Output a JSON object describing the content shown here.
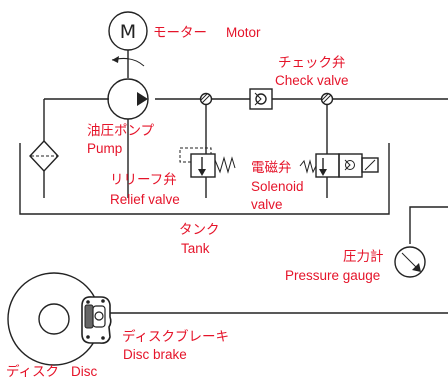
{
  "colors": {
    "line": "#222222",
    "label": "#e5142a",
    "background": "#ffffff"
  },
  "motor_letter": "M",
  "labels": {
    "motor_jp": "モーター",
    "motor_en": "Motor",
    "check_valve_jp": "チェック弁",
    "check_valve_en": "Check valve",
    "pump_jp": "油圧ポンプ",
    "pump_en": "Pump",
    "relief_valve_jp": "リリーフ弁",
    "relief_valve_en": "Relief valve",
    "solenoid_valve_jp": "電磁弁",
    "solenoid_valve_en_1": "Solenoid",
    "solenoid_valve_en_2": "valve",
    "tank_jp": "タンク",
    "tank_en": "Tank",
    "pressure_gauge_jp": "圧力計",
    "pressure_gauge_en": "Pressure gauge",
    "disc_brake_jp": "ディスクブレーキ",
    "disc_brake_en": "Disc brake",
    "disc_jp": "ディスク",
    "disc_en": "Disc"
  }
}
